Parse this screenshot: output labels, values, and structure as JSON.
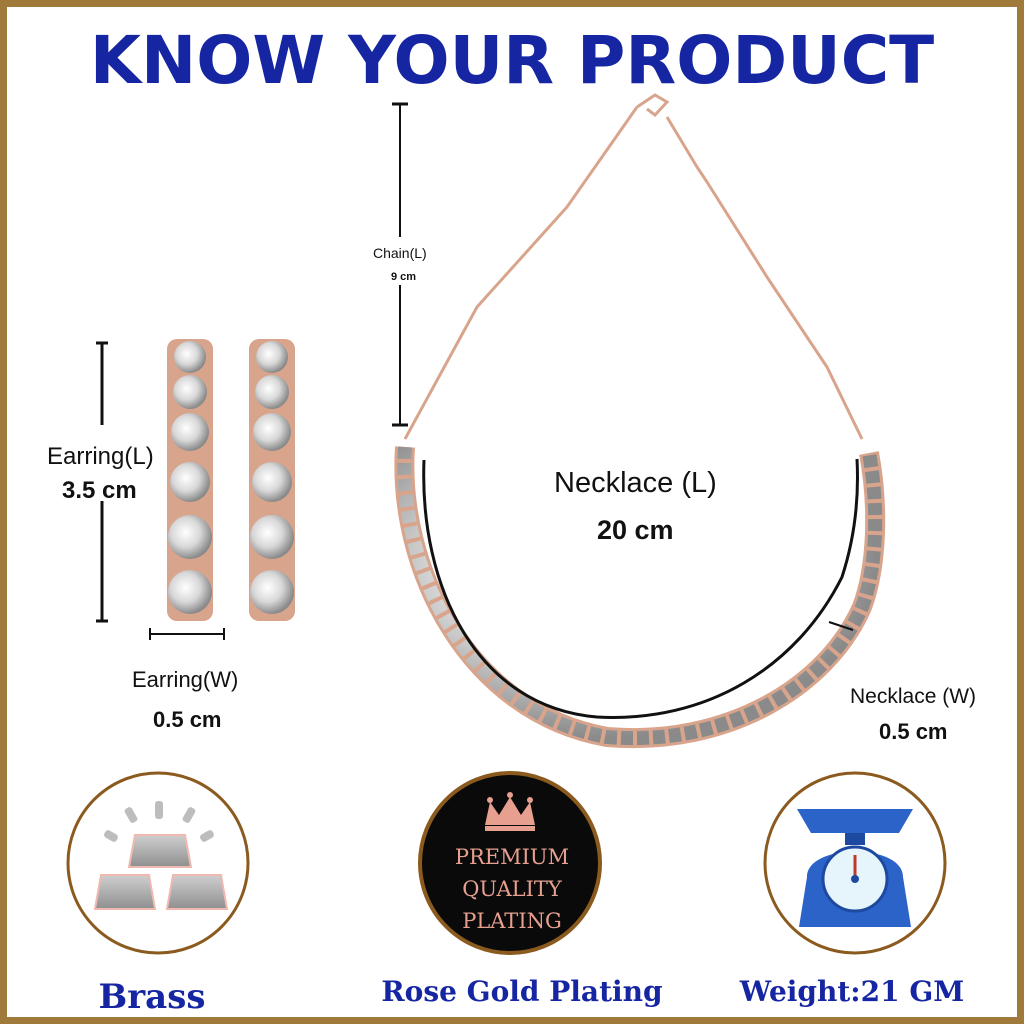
{
  "page": {
    "title": "KNOW YOUR PRODUCT"
  },
  "measurements": {
    "chain_length_label": "Chain(L)",
    "chain_length_value": "9 cm",
    "earring_length_label": "Earring(L)",
    "earring_length_value": "3.5 cm",
    "earring_width_label": "Earring(W)",
    "earring_width_value": "0.5 cm",
    "necklace_length_label": "Necklace (L)",
    "necklace_length_value": "20 cm",
    "necklace_width_label": "Necklace (W)",
    "necklace_width_value": "0.5 cm"
  },
  "features": {
    "material_label": "Brass",
    "plating_label": "Rose Gold Plating",
    "weight_label": "Weight:21 GM",
    "badge_line1": "PREMIUM",
    "badge_line2": "QUALITY",
    "badge_line3": "PLATING"
  },
  "icons": {
    "material": "brass-bars-icon",
    "plating": "crown-badge-icon",
    "weight": "weighing-scale-icon"
  },
  "colors": {
    "title": "#1626a3",
    "border": "#a07a3a",
    "rose_gold": "#d9a48c",
    "badge_text": "#e7a08f",
    "scale_blue": "#2b63c9"
  }
}
